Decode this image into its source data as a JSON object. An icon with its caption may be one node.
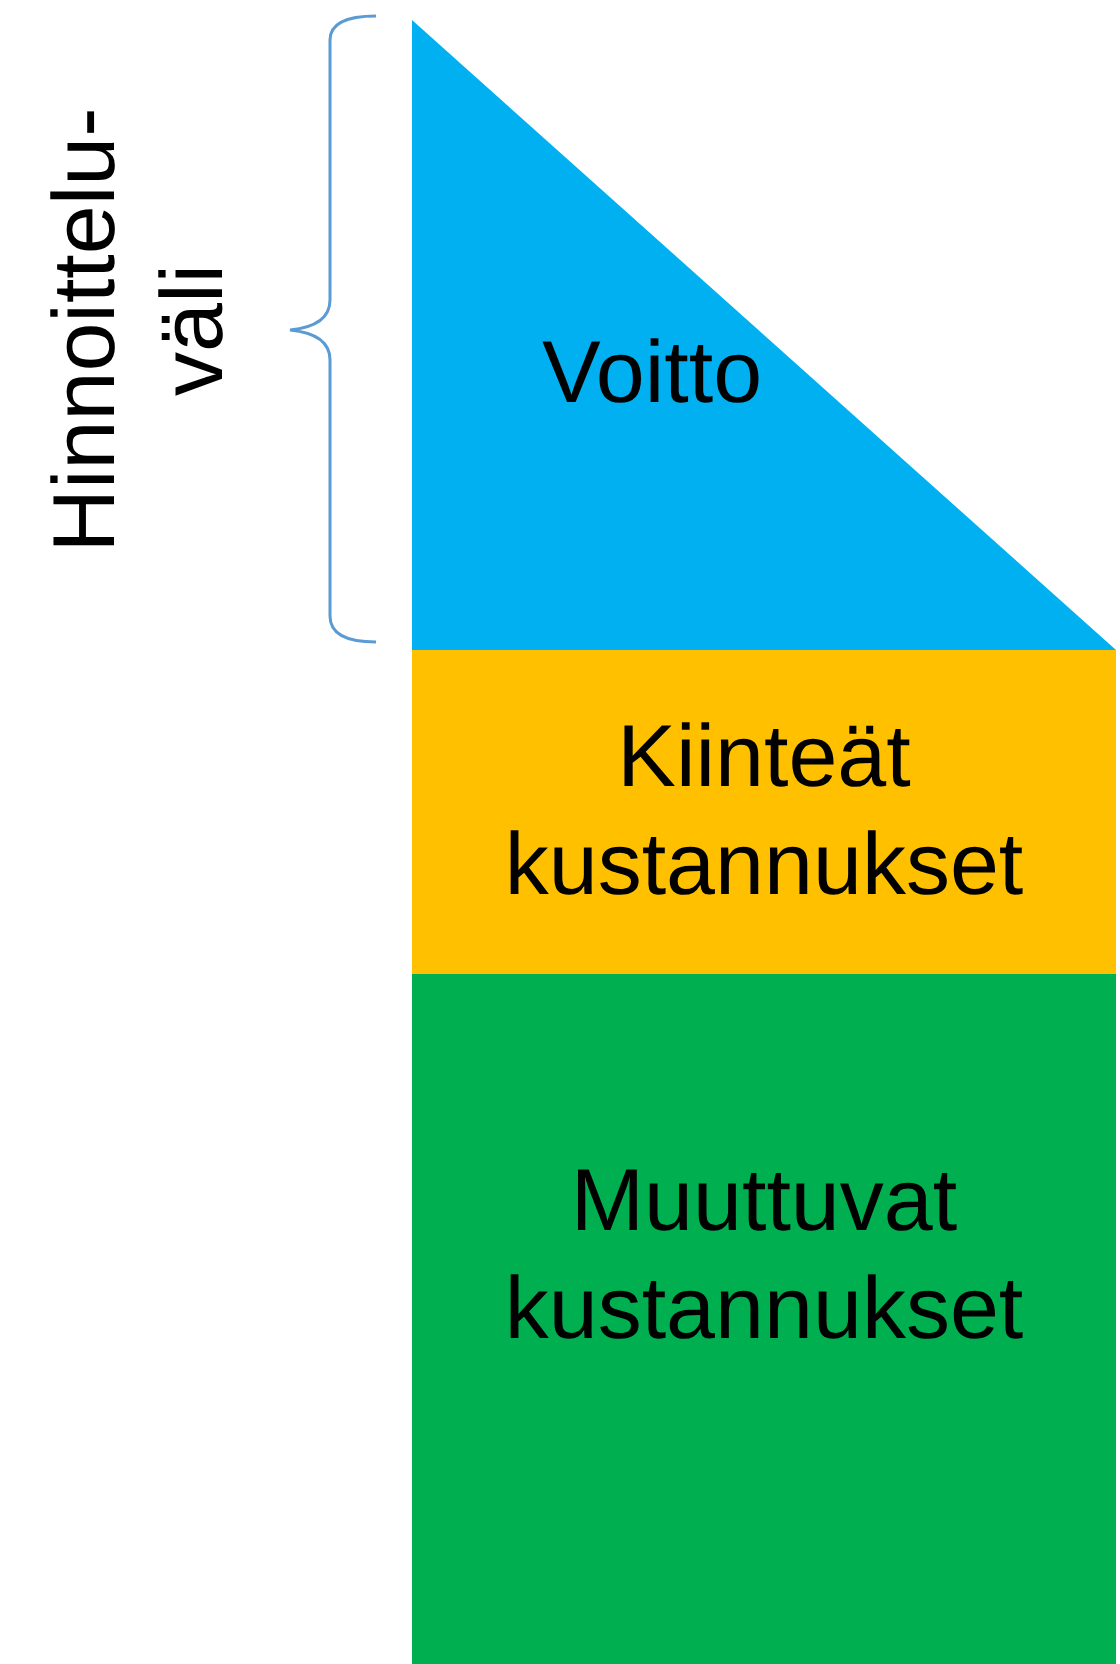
{
  "diagram": {
    "nodes": [
      {
        "text": [
          "Voitto"
        ]
      },
      {
        "text": [
          "Kiinteät kustannukset"
        ]
      },
      {
        "text": [
          "Muuttuvat kustannukset"
        ]
      }
    ],
    "labels": [
      "Hinnoittelu- väli"
    ]
  }
}
